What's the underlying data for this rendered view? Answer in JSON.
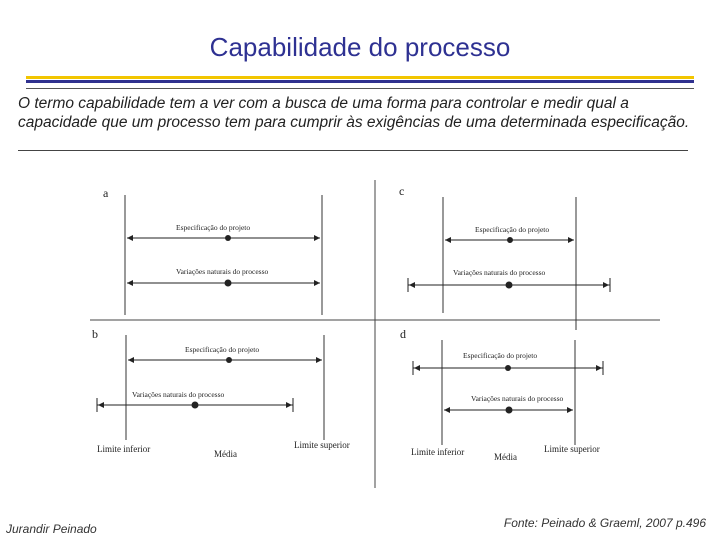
{
  "slide": {
    "title": "Capabilidade do processo",
    "intro": "O termo capabilidade tem a ver com a busca de uma forma para controlar e medir qual a capacidade que um processo tem para cumprir às exigências de uma determinada especificação.",
    "footer_left": "Jurandir Peinado",
    "footer_right": "Fonte: Peinado & Graeml, 2007 p.496"
  },
  "diagram": {
    "panel_labels": [
      "a",
      "b",
      "c",
      "d"
    ],
    "spec_label": "Especificação do projeto",
    "variation_label": "Variações naturais do processo",
    "axis_labels": {
      "lower_limit": "Limite inferior",
      "mean": "Média",
      "upper_limit": "Limite superior"
    }
  }
}
